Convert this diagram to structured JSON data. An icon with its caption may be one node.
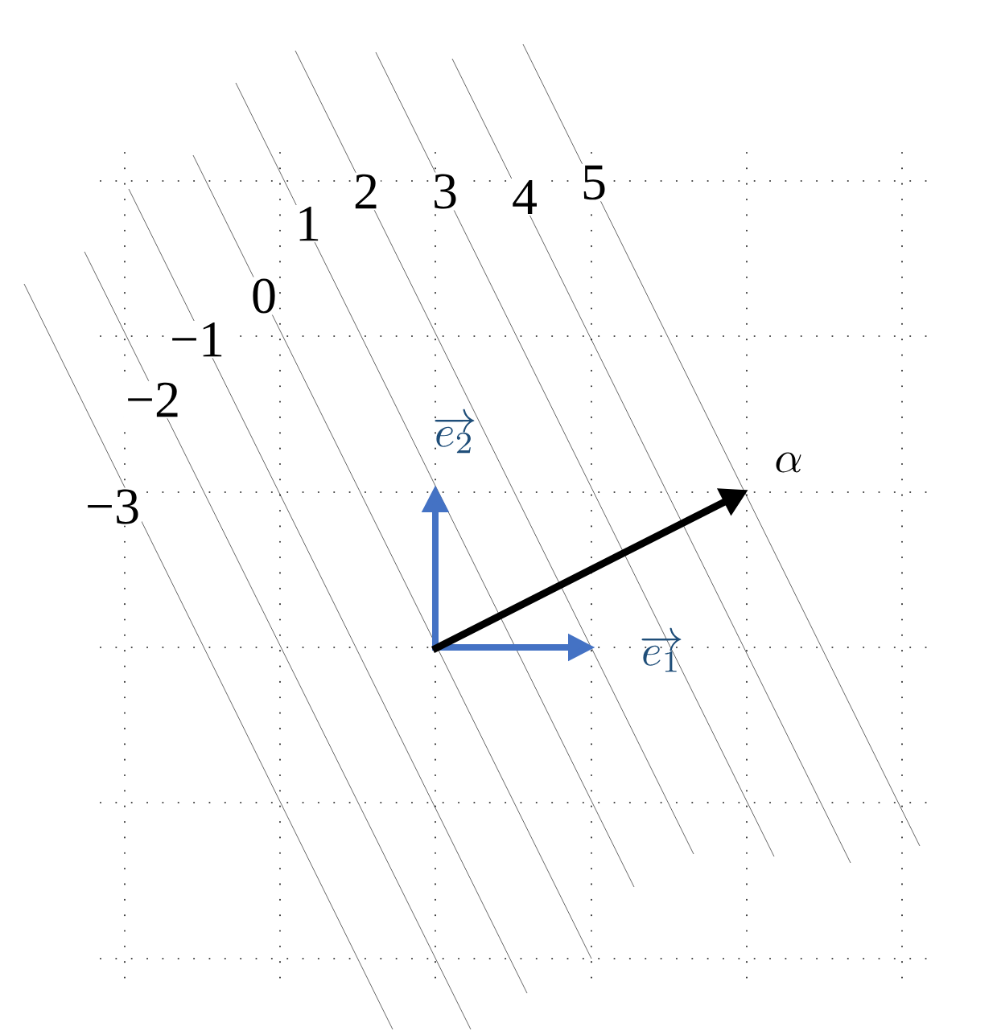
{
  "diagram": {
    "labels": [
      "5",
      "2",
      "3",
      "4",
      "1",
      "0",
      "−1",
      "−2",
      "\\overrightarrow{e_2}",
      "\\alpha",
      "−3",
      "\\overrightarrow{e_1}"
    ]
  }
}
